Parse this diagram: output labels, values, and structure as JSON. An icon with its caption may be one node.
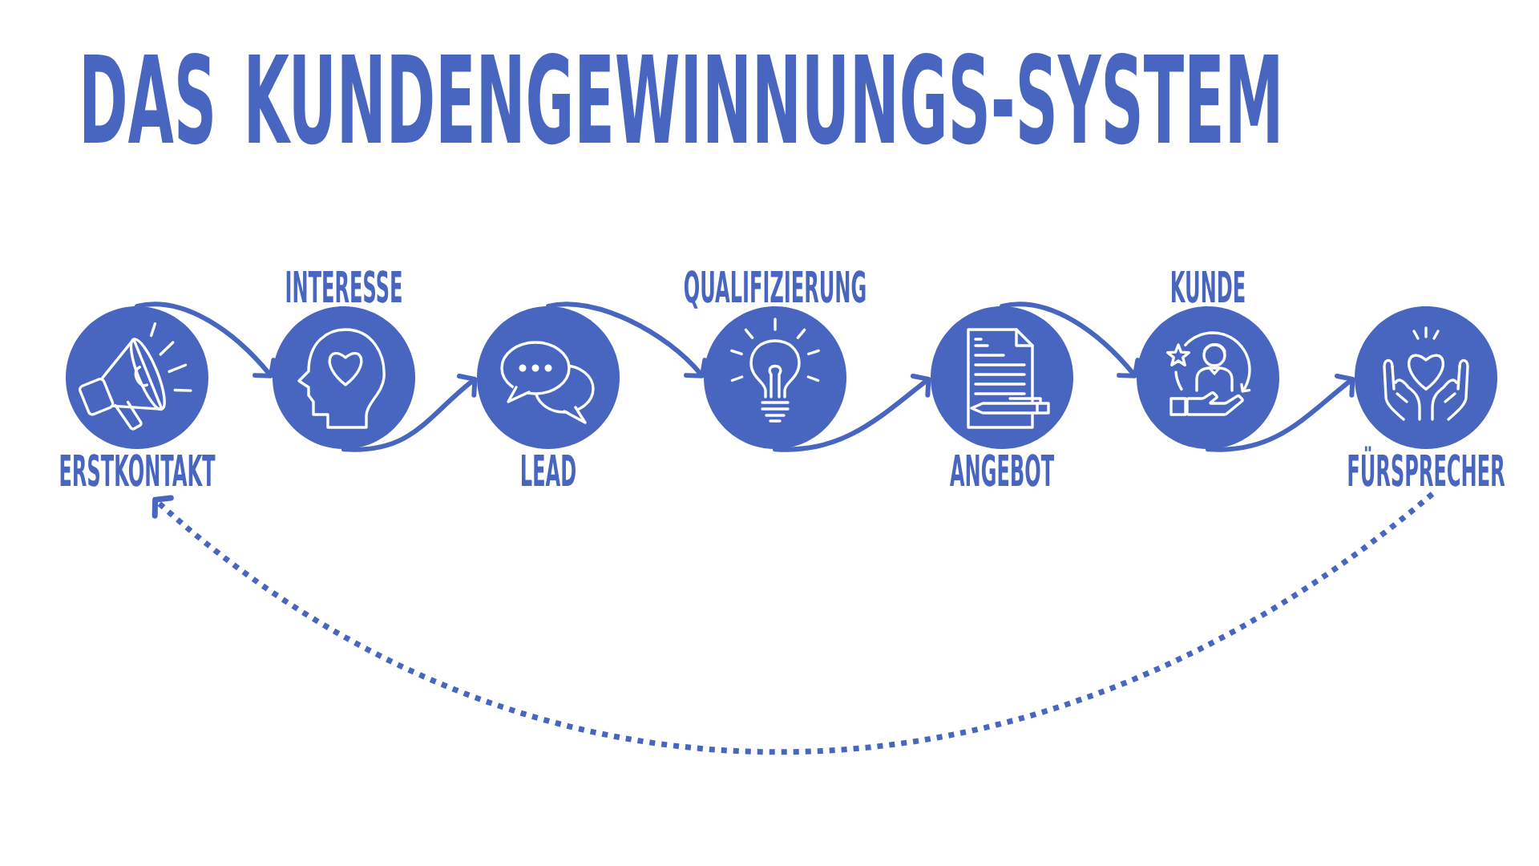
{
  "diagram": {
    "title": "DAS KUNDENGEWINNUNGS-SYSTEM",
    "nodes": [
      {
        "text": [
          "ERSTKONTAKT"
        ]
      },
      {
        "text": [
          "INTERESSE"
        ]
      },
      {
        "text": [
          "LEAD"
        ]
      },
      {
        "text": [
          "QUALIFIZIERUNG"
        ]
      },
      {
        "text": [
          "ANGEBOT"
        ]
      },
      {
        "text": [
          "KUNDE"
        ]
      },
      {
        "text": [
          "FÜRSPRECHER"
        ]
      }
    ],
    "edges": [
      {
        "from": 0,
        "to": 1,
        "arrow": "to"
      },
      {
        "from": 1,
        "to": 2,
        "arrow": "to"
      },
      {
        "from": 2,
        "to": 3,
        "arrow": "to"
      },
      {
        "from": 3,
        "to": 4,
        "arrow": "to"
      },
      {
        "from": 4,
        "to": 5,
        "arrow": "to"
      },
      {
        "from": 5,
        "to": 6,
        "arrow": "to"
      },
      {
        "from": 6,
        "to": 0,
        "arrow": "to",
        "style": "dashed"
      }
    ]
  }
}
